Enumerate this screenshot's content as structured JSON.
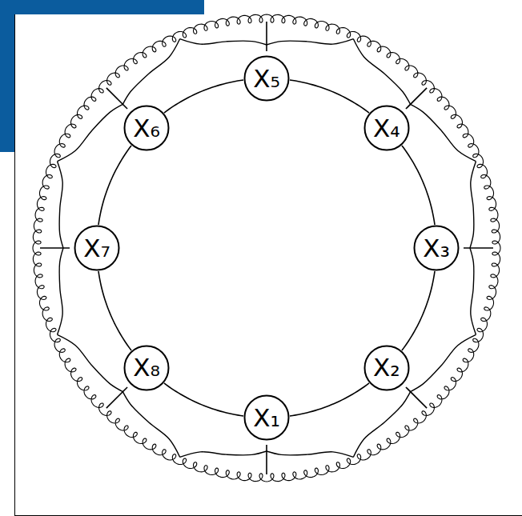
{
  "diagram": {
    "nodes": [
      {
        "text": [
          "X₁"
        ]
      },
      {
        "text": [
          "X₂"
        ]
      },
      {
        "text": [
          "X₃"
        ]
      },
      {
        "text": [
          "X₄"
        ]
      },
      {
        "text": [
          "X₅"
        ]
      },
      {
        "text": [
          "X₆"
        ]
      },
      {
        "text": [
          "X₇"
        ]
      },
      {
        "text": [
          "X₈"
        ]
      }
    ],
    "edges": [
      {
        "from": 0,
        "to": 1,
        "arrow": "none"
      },
      {
        "from": 1,
        "to": 2,
        "arrow": "none"
      },
      {
        "from": 2,
        "to": 3,
        "arrow": "none"
      },
      {
        "from": 3,
        "to": 4,
        "arrow": "none"
      },
      {
        "from": 4,
        "to": 5,
        "arrow": "none"
      },
      {
        "from": 5,
        "to": 6,
        "arrow": "none"
      },
      {
        "from": 6,
        "to": 7,
        "arrow": "none"
      },
      {
        "from": 7,
        "to": 0,
        "arrow": "none"
      }
    ]
  }
}
